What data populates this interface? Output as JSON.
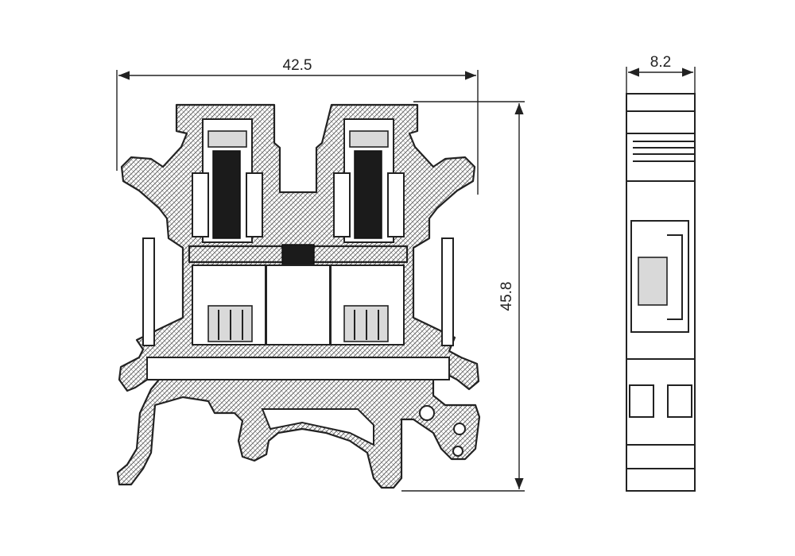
{
  "dimensions": {
    "width_label": "42.5",
    "height_label": "45.8",
    "side_width_label": "8.2"
  }
}
